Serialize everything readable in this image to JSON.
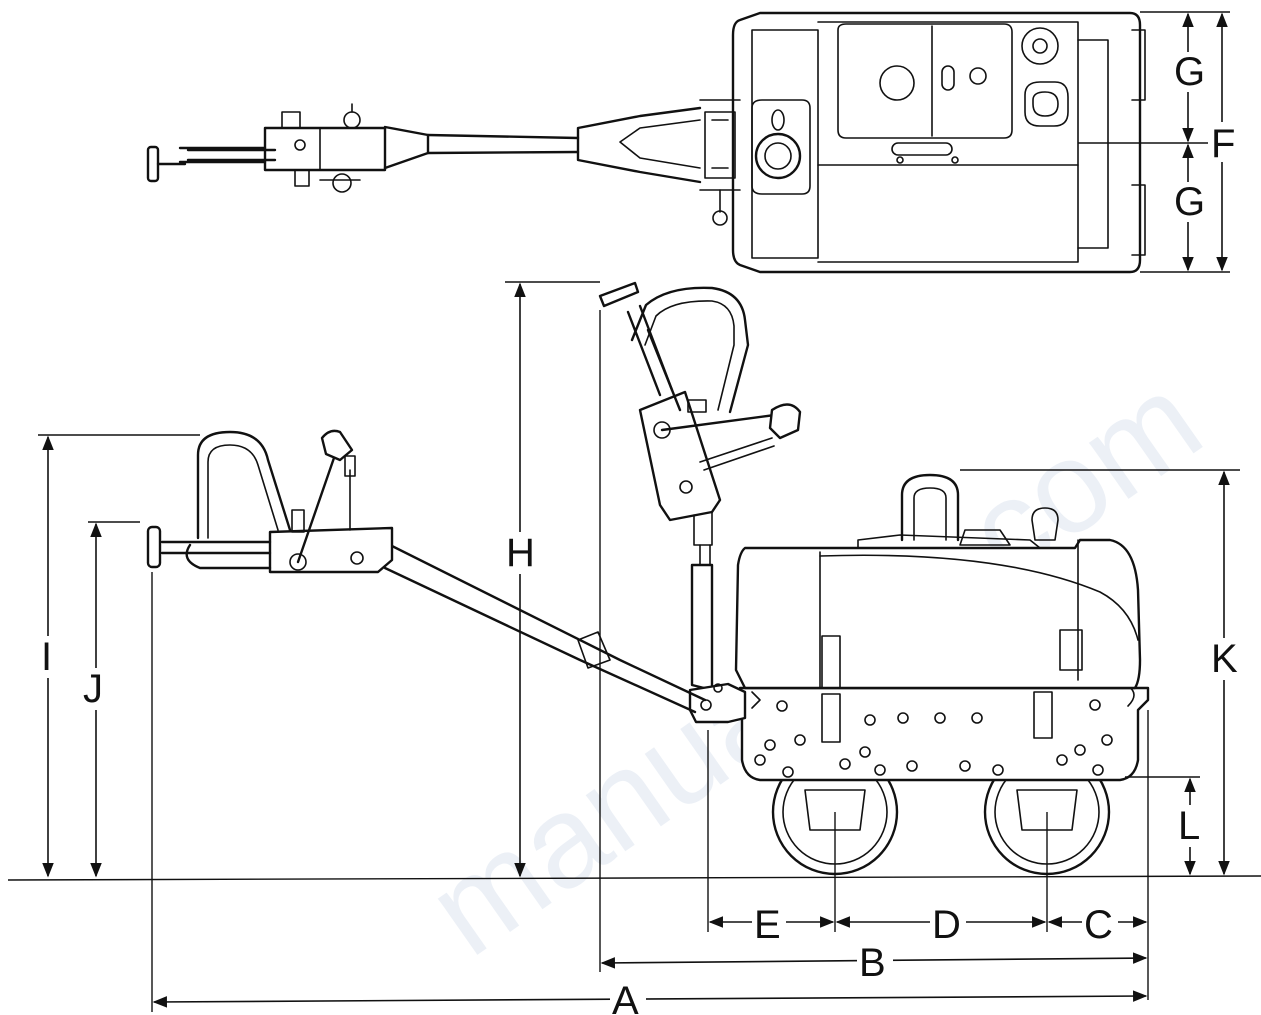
{
  "figure": {
    "views": [
      "top-view",
      "side-view"
    ]
  },
  "dimensions": {
    "A": "A",
    "B": "B",
    "C": "C",
    "D": "D",
    "E": "E",
    "F": "F",
    "G_upper": "G",
    "G_lower": "G",
    "H": "H",
    "I": "I",
    "J": "J",
    "K": "K",
    "L": "L"
  },
  "watermark": {
    "text": "manualslib.com",
    "color": "#c9d6e8"
  },
  "colors": {
    "line": "#111111",
    "background": "#ffffff"
  }
}
